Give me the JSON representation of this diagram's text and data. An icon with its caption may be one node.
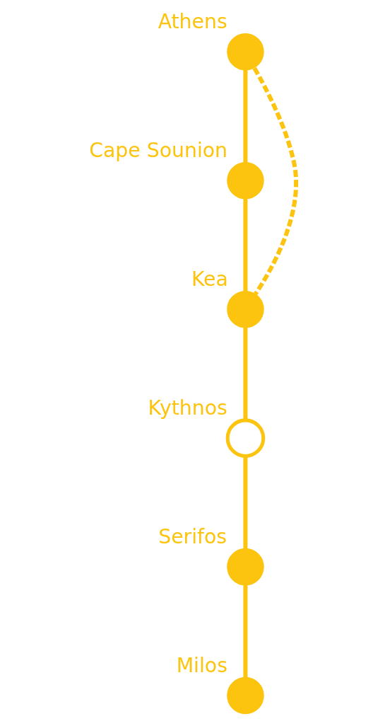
{
  "diagram": {
    "nodes": [
      {
        "text": [],
        "shape": "dot",
        "beside": [
          "Athens"
        ]
      },
      {
        "text": [],
        "shape": "dot",
        "beside": [
          "Cape Sounion"
        ]
      },
      {
        "text": [],
        "shape": "dot",
        "beside": [
          "Kea"
        ]
      },
      {
        "text": [],
        "shape": "circle",
        "beside": [
          "Kythnos"
        ]
      },
      {
        "text": [],
        "shape": "dot",
        "beside": [
          "Serifos"
        ]
      },
      {
        "text": [],
        "shape": "dot",
        "beside": [
          "Milos"
        ]
      }
    ],
    "edges": [
      {
        "from": 0,
        "to": 1,
        "arrow": "none"
      },
      {
        "from": 1,
        "to": 2,
        "arrow": "none"
      },
      {
        "from": 2,
        "to": 3,
        "arrow": "none"
      },
      {
        "from": 3,
        "to": 4,
        "arrow": "none"
      },
      {
        "from": 4,
        "to": 5,
        "arrow": "none"
      },
      {
        "from": 0,
        "to": 2,
        "arrow": "none",
        "style": "dashed"
      }
    ]
  }
}
